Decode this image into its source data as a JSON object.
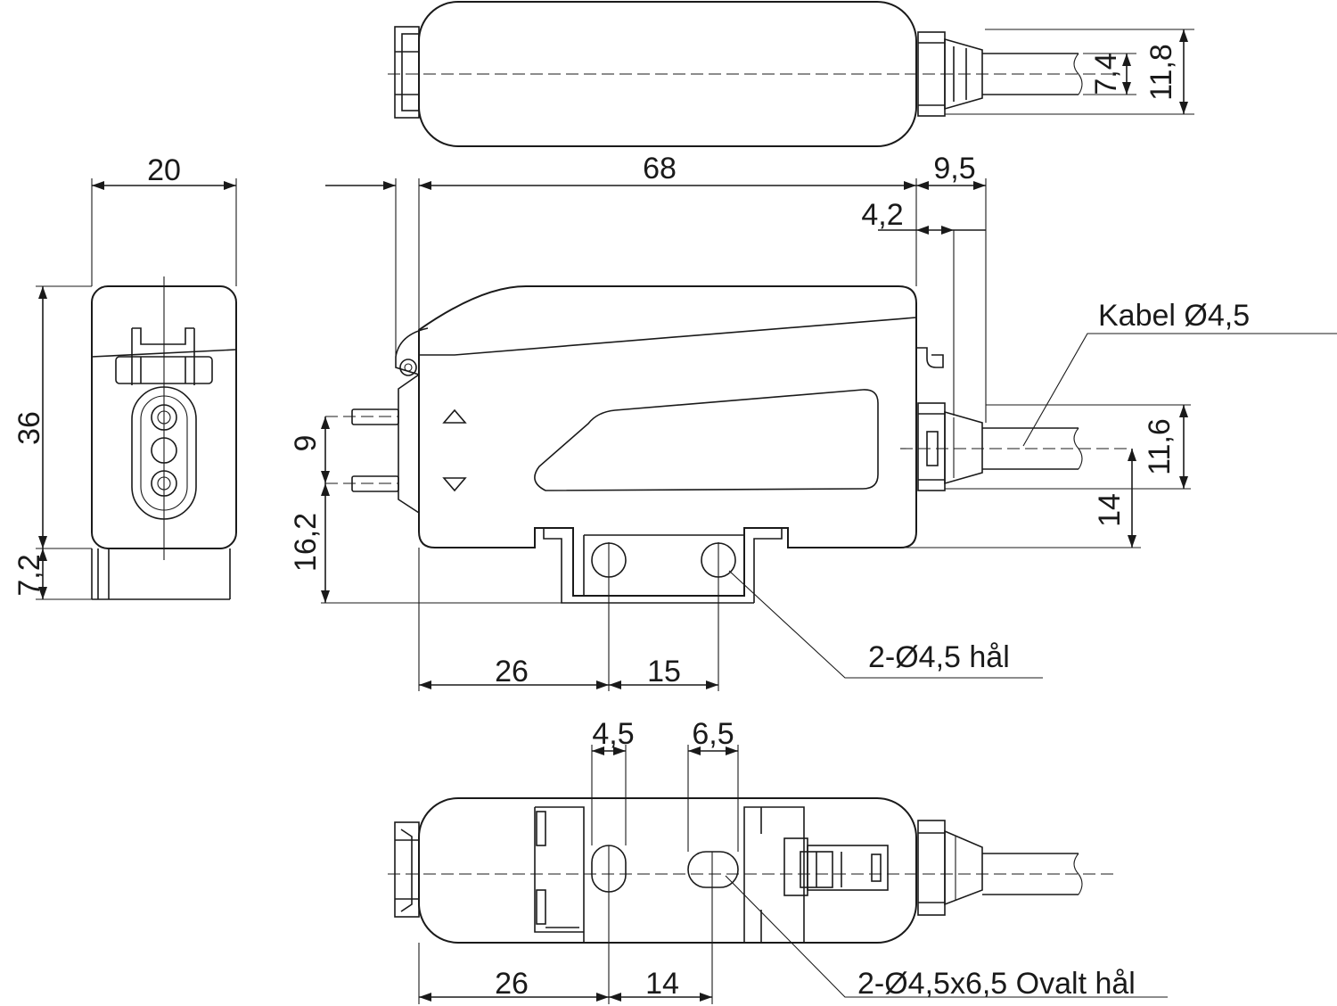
{
  "dimensions": {
    "top_view": {
      "cable_dia": "7,4",
      "height": "11,8"
    },
    "end_view": {
      "width": "20",
      "height": "36",
      "rail": "7,2"
    },
    "side_view": {
      "length": "68",
      "connector_len": "9,5",
      "connector_depth": "4,2",
      "pin_spacing": "9",
      "base_height": "16,2",
      "cable_height": "11,6",
      "cable_offset": "14",
      "hole_offset": "26",
      "hole_spacing": "15"
    },
    "bottom_view": {
      "slot_width_a": "4,5",
      "slot_width_b": "6,5",
      "hole_offset": "26",
      "hole_spacing": "14"
    }
  },
  "notes": {
    "cable": "Kabel Ø4,5",
    "holes": "2-Ø4,5 hål",
    "oval_holes": "2-Ø4,5x6,5 Ovalt hål"
  }
}
